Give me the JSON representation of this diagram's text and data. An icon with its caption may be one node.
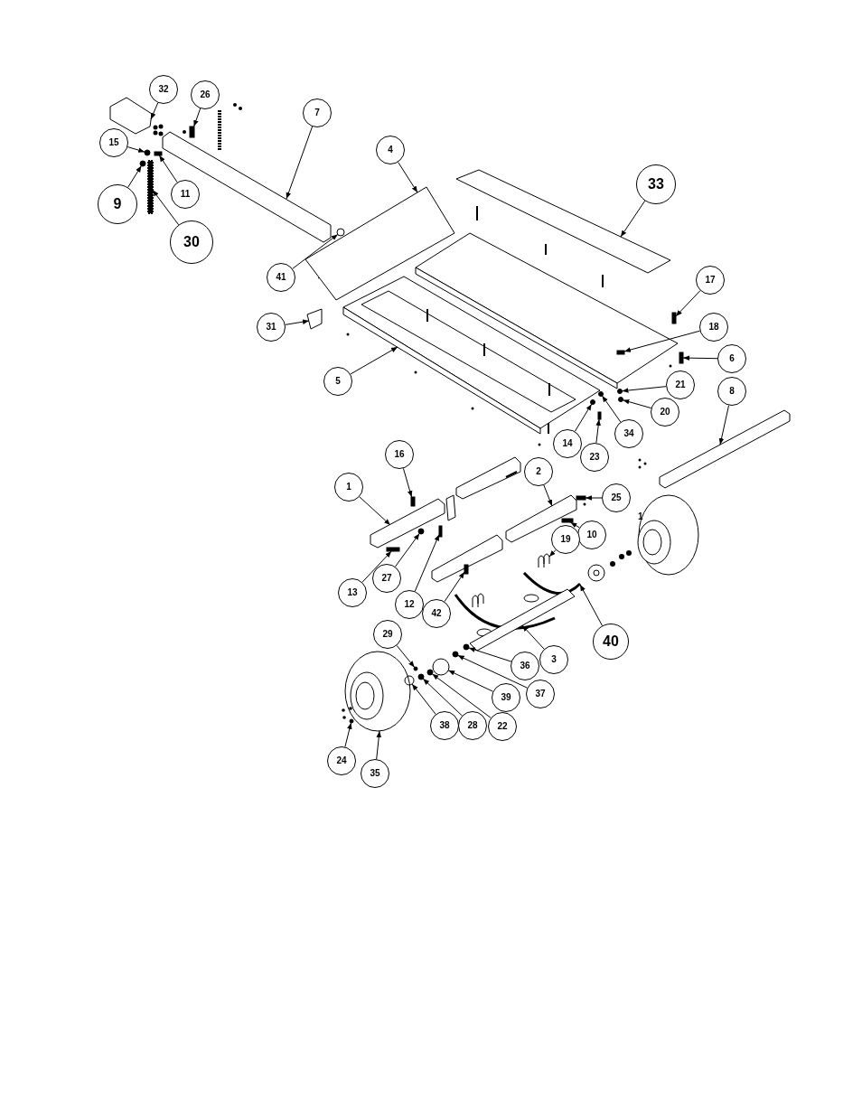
{
  "diagram": {
    "nodes": [
      {
        "text": [
          "32"
        ]
      },
      {
        "text": [
          "26"
        ]
      },
      {
        "text": [
          "7"
        ]
      },
      {
        "text": [
          "4"
        ]
      },
      {
        "text": [
          "33"
        ]
      },
      {
        "text": [
          "15"
        ]
      },
      {
        "text": [
          "9"
        ]
      },
      {
        "text": [
          "11"
        ]
      },
      {
        "text": [
          "30"
        ]
      },
      {
        "text": [
          "41"
        ]
      },
      {
        "text": [
          "31"
        ]
      },
      {
        "text": [
          "17"
        ]
      },
      {
        "text": [
          "18"
        ]
      },
      {
        "text": [
          "6"
        ]
      },
      {
        "text": [
          "5"
        ]
      },
      {
        "text": [
          "21"
        ]
      },
      {
        "text": [
          "20"
        ]
      },
      {
        "text": [
          "14"
        ]
      },
      {
        "text": [
          "23"
        ]
      },
      {
        "text": [
          "34"
        ]
      },
      {
        "text": [
          "8"
        ]
      },
      {
        "text": [
          "16"
        ]
      },
      {
        "text": [
          "1"
        ]
      },
      {
        "text": [
          "2"
        ]
      },
      {
        "text": [
          "25"
        ]
      },
      {
        "text": [
          "10"
        ]
      },
      {
        "text": [
          "19"
        ]
      },
      {
        "text": [
          "13"
        ]
      },
      {
        "text": [
          "27"
        ]
      },
      {
        "text": [
          "12"
        ]
      },
      {
        "text": [
          "42"
        ]
      },
      {
        "text": [
          "40"
        ]
      },
      {
        "text": [
          "3"
        ]
      },
      {
        "text": [
          "29"
        ]
      },
      {
        "text": [
          "36"
        ]
      },
      {
        "text": [
          "37"
        ]
      },
      {
        "text": [
          "39"
        ]
      },
      {
        "text": [
          "38"
        ]
      },
      {
        "text": [
          "28"
        ]
      },
      {
        "text": [
          "22"
        ]
      },
      {
        "text": [
          "24"
        ]
      },
      {
        "text": [
          "35"
        ]
      },
      {
        "text": [],
        "shape": "picture"
      },
      {
        "text": [],
        "shape": "bar"
      },
      {
        "text": [],
        "shape": "picture"
      },
      {
        "text": [],
        "shape": "picture"
      },
      {
        "text": [],
        "shape": "picture"
      },
      {
        "text": [],
        "shape": "circle"
      },
      {
        "text": [],
        "shape": "circle"
      },
      {
        "text": [],
        "shape": "bar"
      },
      {
        "text": [],
        "shape": "bar"
      },
      {
        "text": [],
        "shape": "circle"
      },
      {
        "text": [],
        "shape": "picture"
      },
      {
        "text": [],
        "shape": "bar"
      },
      {
        "text": [],
        "shape": "bar"
      },
      {
        "text": [],
        "shape": "bar"
      },
      {
        "text": [],
        "shape": "picture"
      },
      {
        "text": [],
        "shape": "circle"
      },
      {
        "text": [],
        "shape": "circle"
      },
      {
        "text": [],
        "shape": "circle"
      },
      {
        "text": [],
        "shape": "bar"
      },
      {
        "text": [],
        "shape": "circle"
      },
      {
        "text": [],
        "shape": "picture"
      },
      {
        "text": [],
        "shape": "bar"
      },
      {
        "text": [],
        "shape": "picture"
      },
      {
        "text": [],
        "shape": "picture"
      },
      {
        "text": [],
        "shape": "bar"
      },
      {
        "text": [],
        "shape": "bar"
      },
      {
        "text": [],
        "shape": "picture"
      },
      {
        "text": [],
        "shape": "bar"
      },
      {
        "text": [],
        "shape": "circle"
      },
      {
        "text": [],
        "shape": "bar"
      },
      {
        "text": [],
        "shape": "bar"
      },
      {
        "text": [],
        "shape": "picture"
      },
      {
        "text": [],
        "shape": "picture"
      },
      {
        "text": [],
        "shape": "circle"
      },
      {
        "text": [],
        "shape": "circle"
      },
      {
        "text": [],
        "shape": "circle"
      },
      {
        "text": [],
        "shape": "circle"
      },
      {
        "text": [],
        "shape": "circle"
      },
      {
        "text": [],
        "shape": "circle"
      },
      {
        "text": [],
        "shape": "circle"
      },
      {
        "text": [],
        "shape": "circle"
      },
      {
        "text": [],
        "shape": "picture"
      }
    ],
    "edges": [
      {
        "from": 0,
        "to": 42,
        "arrow": "to"
      },
      {
        "from": 1,
        "to": 43,
        "arrow": "to"
      },
      {
        "from": 2,
        "to": 44,
        "arrow": "to"
      },
      {
        "from": 3,
        "to": 45,
        "arrow": "to"
      },
      {
        "from": 4,
        "to": 46,
        "arrow": "to"
      },
      {
        "from": 5,
        "to": 47,
        "arrow": "to"
      },
      {
        "from": 6,
        "to": 48,
        "arrow": "to"
      },
      {
        "from": 7,
        "to": 49,
        "arrow": "to"
      },
      {
        "from": 8,
        "to": 50,
        "arrow": "to"
      },
      {
        "from": 9,
        "to": 51,
        "arrow": "to"
      },
      {
        "from": 10,
        "to": 52,
        "arrow": "to"
      },
      {
        "from": 11,
        "to": 53,
        "arrow": "to"
      },
      {
        "from": 12,
        "to": 54,
        "arrow": "to"
      },
      {
        "from": 13,
        "to": 55,
        "arrow": "to"
      },
      {
        "from": 14,
        "to": 56,
        "arrow": "to"
      },
      {
        "from": 15,
        "to": 57,
        "arrow": "to"
      },
      {
        "from": 16,
        "to": 58,
        "arrow": "to"
      },
      {
        "from": 17,
        "to": 59,
        "arrow": "to"
      },
      {
        "from": 18,
        "to": 60,
        "arrow": "to"
      },
      {
        "from": 19,
        "to": 61,
        "arrow": "to"
      },
      {
        "from": 20,
        "to": 62,
        "arrow": "to"
      },
      {
        "from": 21,
        "to": 63,
        "arrow": "to"
      },
      {
        "from": 22,
        "to": 64,
        "arrow": "to"
      },
      {
        "from": 23,
        "to": 65,
        "arrow": "to"
      },
      {
        "from": 24,
        "to": 66,
        "arrow": "to"
      },
      {
        "from": 25,
        "to": 67,
        "arrow": "to"
      },
      {
        "from": 26,
        "to": 68,
        "arrow": "to"
      },
      {
        "from": 27,
        "to": 69,
        "arrow": "to"
      },
      {
        "from": 28,
        "to": 70,
        "arrow": "to"
      },
      {
        "from": 29,
        "to": 71,
        "arrow": "to"
      },
      {
        "from": 30,
        "to": 72,
        "arrow": "to"
      },
      {
        "from": 31,
        "to": 73,
        "arrow": "to"
      },
      {
        "from": 32,
        "to": 74,
        "arrow": "to"
      },
      {
        "from": 33,
        "to": 75,
        "arrow": "to"
      },
      {
        "from": 34,
        "to": 76,
        "arrow": "to"
      },
      {
        "from": 35,
        "to": 77,
        "arrow": "to"
      },
      {
        "from": 36,
        "to": 78,
        "arrow": "to"
      },
      {
        "from": 37,
        "to": 79,
        "arrow": "to"
      },
      {
        "from": 38,
        "to": 80,
        "arrow": "to"
      },
      {
        "from": 39,
        "to": 81,
        "arrow": "to"
      },
      {
        "from": 40,
        "to": 82,
        "arrow": "to"
      },
      {
        "from": 41,
        "to": 83,
        "arrow": "to"
      }
    ],
    "labels": [
      "1"
    ]
  }
}
